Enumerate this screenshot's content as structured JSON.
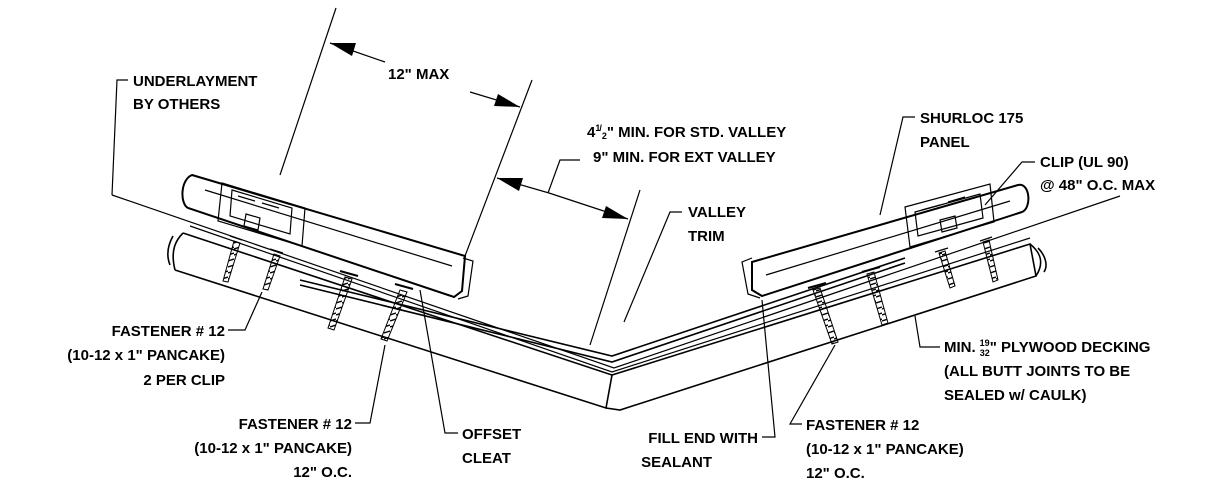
{
  "labels": {
    "underlayment": [
      "UNDERLAYMENT",
      "BY OTHERS"
    ],
    "max12": "12\" MAX",
    "std_valley_whole": "4",
    "std_valley_num": "1",
    "std_valley_den": "2",
    "std_valley_rest": "\" MIN. FOR STD. VALLEY",
    "ext_valley": "9\" MIN. FOR EXT VALLEY",
    "panel": [
      "SHURLOC 175",
      "PANEL"
    ],
    "clip": [
      "CLIP (UL 90)",
      "@ 48\" O.C. MAX"
    ],
    "valley_trim": [
      "VALLEY",
      "TRIM"
    ],
    "fastener_left_top": [
      "FASTENER # 12",
      "(10-12 x 1\" PANCAKE)",
      "2 PER CLIP"
    ],
    "plywood_prefix": "MIN.",
    "plywood_num": "19",
    "plywood_den": "32",
    "plywood_rest": "\" PLYWOOD DECKING",
    "plywood_lines": [
      "(ALL BUTT JOINTS TO BE",
      "SEALED w/ CAULK)"
    ],
    "fastener_left_bottom": [
      "FASTENER # 12",
      "(10-12 x 1\" PANCAKE)",
      "12\" O.C."
    ],
    "offset_cleat": [
      "OFFSET",
      "CLEAT"
    ],
    "fill_end": [
      "FILL END WITH",
      "SEALANT"
    ],
    "fastener_right": [
      "FASTENER # 12",
      "(10-12 x 1\" PANCAKE)",
      "12\" O.C."
    ]
  }
}
